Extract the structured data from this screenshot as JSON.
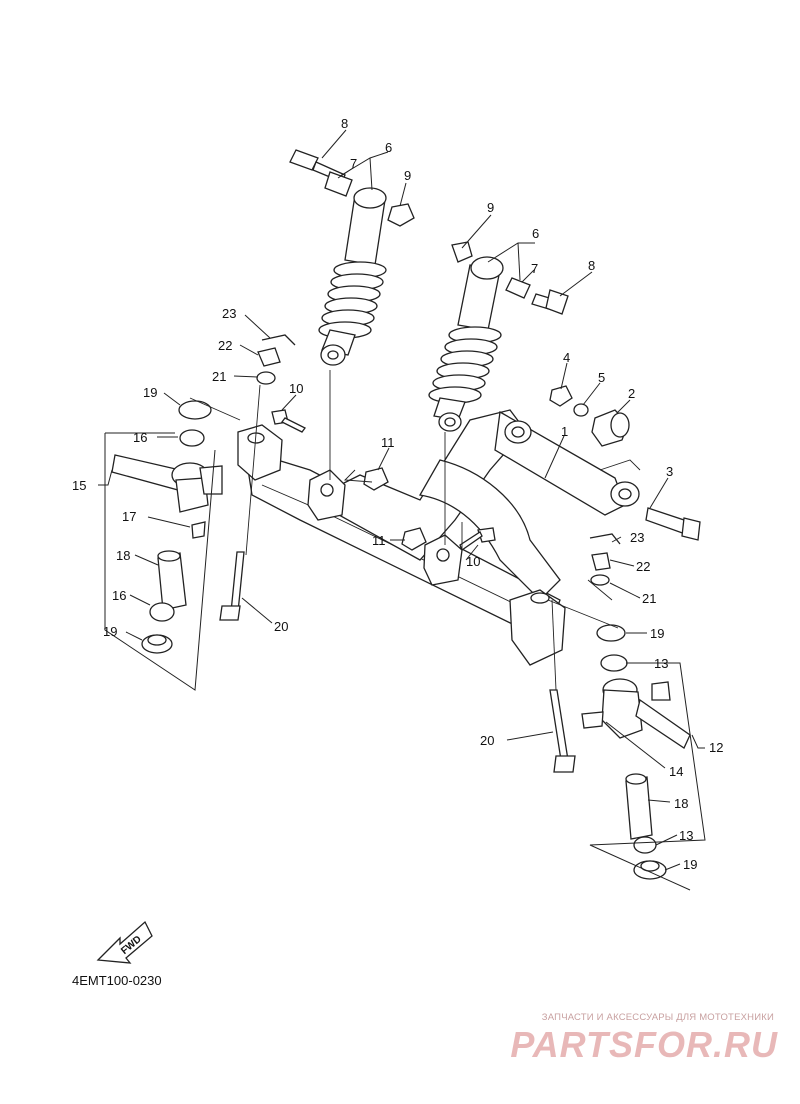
{
  "diagram": {
    "callouts": {
      "c1": "1",
      "c2": "2",
      "c3": "3",
      "c4": "4",
      "c5": "5",
      "c6a": "6",
      "c6b": "6",
      "c7a": "7",
      "c7b": "7",
      "c8a": "8",
      "c8b": "8",
      "c9a": "9",
      "c9b": "9",
      "c10a": "10",
      "c10b": "10",
      "c11a": "11",
      "c11b": "11",
      "c12": "12",
      "c13a": "13",
      "c13b": "13",
      "c14": "14",
      "c15": "15",
      "c16a": "16",
      "c16b": "16",
      "c17": "17",
      "c18a": "18",
      "c18b": "18",
      "c19a": "19",
      "c19b": "19",
      "c19c": "19",
      "c19d": "19",
      "c20a": "20",
      "c20b": "20",
      "c21a": "21",
      "c21b": "21",
      "c22a": "22",
      "c22b": "22",
      "c23a": "23",
      "c23b": "23"
    },
    "fwd_label": "FWD",
    "drawing_code": "4EMT100-0230"
  },
  "watermark": {
    "tagline": "ЗАПЧАСТИ И АКСЕССУАРЫ ДЛЯ МОТОТЕХНИКИ",
    "brand": "PARTSFOR.RU"
  },
  "colors": {
    "ink": "#222222",
    "watermark": "#e8b8b8"
  }
}
